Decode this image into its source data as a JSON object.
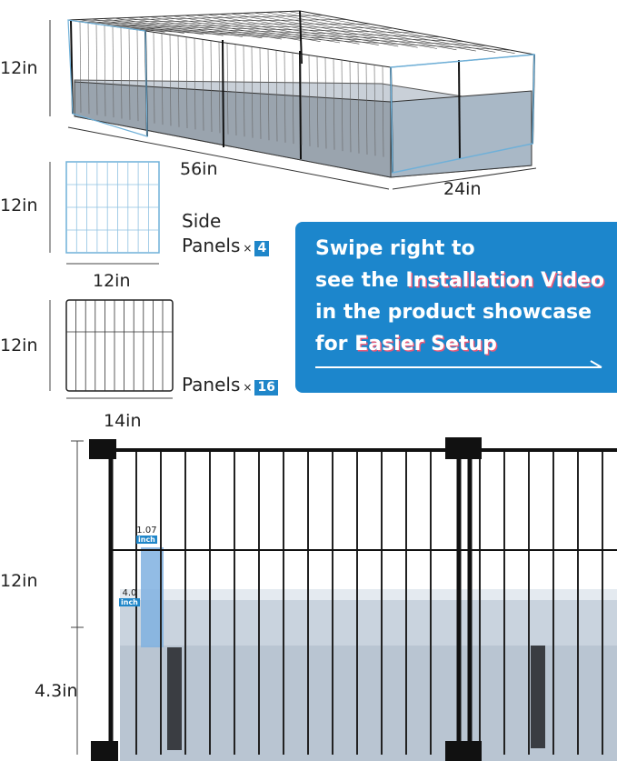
{
  "dimensions": {
    "cage_height": "12in",
    "cage_length": "56in",
    "cage_width": "24in",
    "side_panel_height": "12in",
    "side_panel_width": "12in",
    "panel_height": "12in",
    "panel_width": "14in",
    "closeup_height": "12in",
    "tray_height": "4.3in",
    "grid_gap_value": "1.07",
    "grid_gap_unit": "inch",
    "tray_wall_value": "4.0",
    "tray_wall_unit": "inch"
  },
  "parts": {
    "side_panels_line1": "Side",
    "side_panels_line2": "Panels",
    "side_panels_times": "×",
    "side_panels_count": "4",
    "panels_label": "Panels",
    "panels_times": "×",
    "panels_count": "16"
  },
  "promo": {
    "line1": "Swipe right to",
    "line2_a": "see the ",
    "line2_b": "Installation Video",
    "line3": "in the product showcase",
    "line4_a": "for ",
    "line4_b": "Easier Setup"
  },
  "colors": {
    "accent": "#1c86cc",
    "side_panel": "#6fb0d8",
    "grid": "#1a1a1a",
    "tray": "#c9d3de"
  }
}
